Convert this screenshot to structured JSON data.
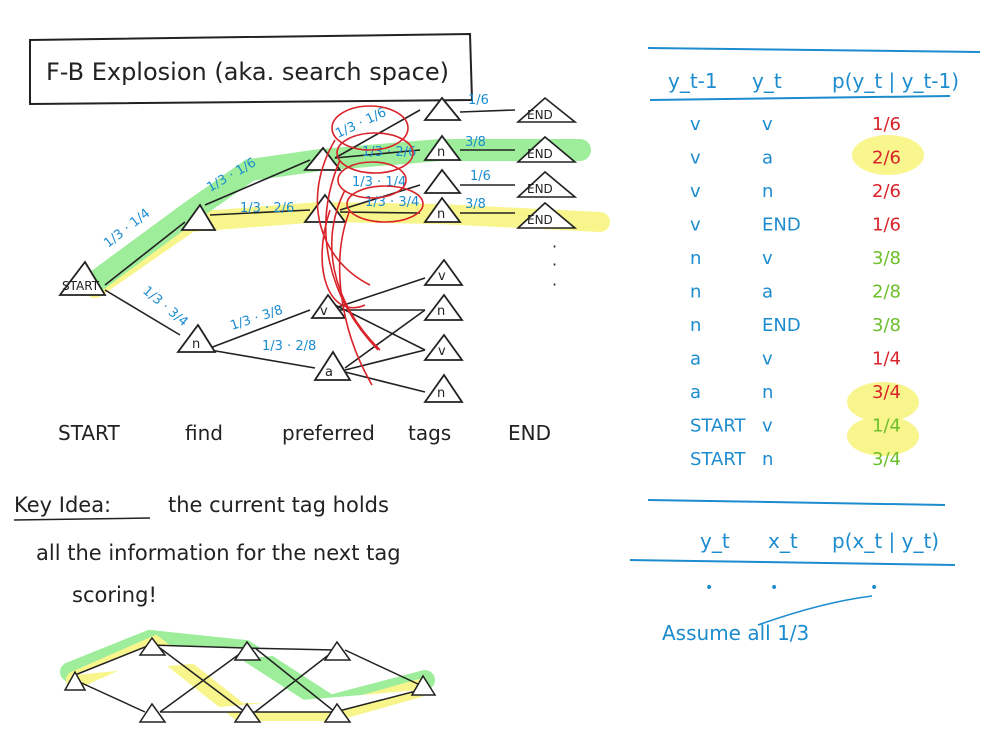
{
  "title": "F-B Explosion (aka. search space)",
  "sentence": [
    "START",
    "find",
    "preferred",
    "tags",
    "END"
  ],
  "nodes": {
    "start": "START",
    "n": "n",
    "v": "v",
    "a": "a",
    "end": "END"
  },
  "edge_labels": {
    "start_v": "1/3 · 1/4",
    "start_n": "1/3 · 3/4",
    "v_v": "1/3 · 1/6",
    "v_a": "1/3 · 2/6",
    "n_v": "1/3 · 3/8",
    "n_a": "1/3 · 2/8",
    "r1": "1/3 · 1/6",
    "r2": "1/3 · 2/6",
    "r3": "1/3 · 1/4",
    "r4": "1/3 · 3/4",
    "e1": "1/6",
    "e2": "3/8",
    "e3": "1/6",
    "e4": "3/8"
  },
  "key_idea": {
    "heading": "Key Idea:",
    "line1": "the current tag holds",
    "line2": "all the information for the next tag",
    "line3": "scoring!"
  },
  "transition_table": {
    "headers": [
      "y_t-1",
      "y_t",
      "p(y_t | y_t-1)"
    ],
    "rows": [
      [
        "v",
        "v",
        "1/6"
      ],
      [
        "v",
        "a",
        "2/6"
      ],
      [
        "v",
        "n",
        "2/6"
      ],
      [
        "v",
        "END",
        "1/6"
      ],
      [
        "n",
        "v",
        "3/8"
      ],
      [
        "n",
        "a",
        "2/8"
      ],
      [
        "n",
        "END",
        "3/8"
      ],
      [
        "a",
        "v",
        "1/4"
      ],
      [
        "a",
        "n",
        "3/4"
      ],
      [
        "START",
        "v",
        "1/4"
      ],
      [
        "START",
        "n",
        "3/4"
      ]
    ]
  },
  "emission_table": {
    "headers": [
      "y_t",
      "x_t",
      "p(x_t | y_t)"
    ],
    "row": [
      "•",
      "•",
      "•"
    ],
    "note": "Assume all 1/3"
  },
  "colors": {
    "ink": "#222222",
    "blue": "#1c8ccf",
    "red": "#d9232a",
    "green_val": "#6cbf2a",
    "highlight_green": "#4ee04a",
    "highlight_yellow": "#f3ee2f"
  }
}
